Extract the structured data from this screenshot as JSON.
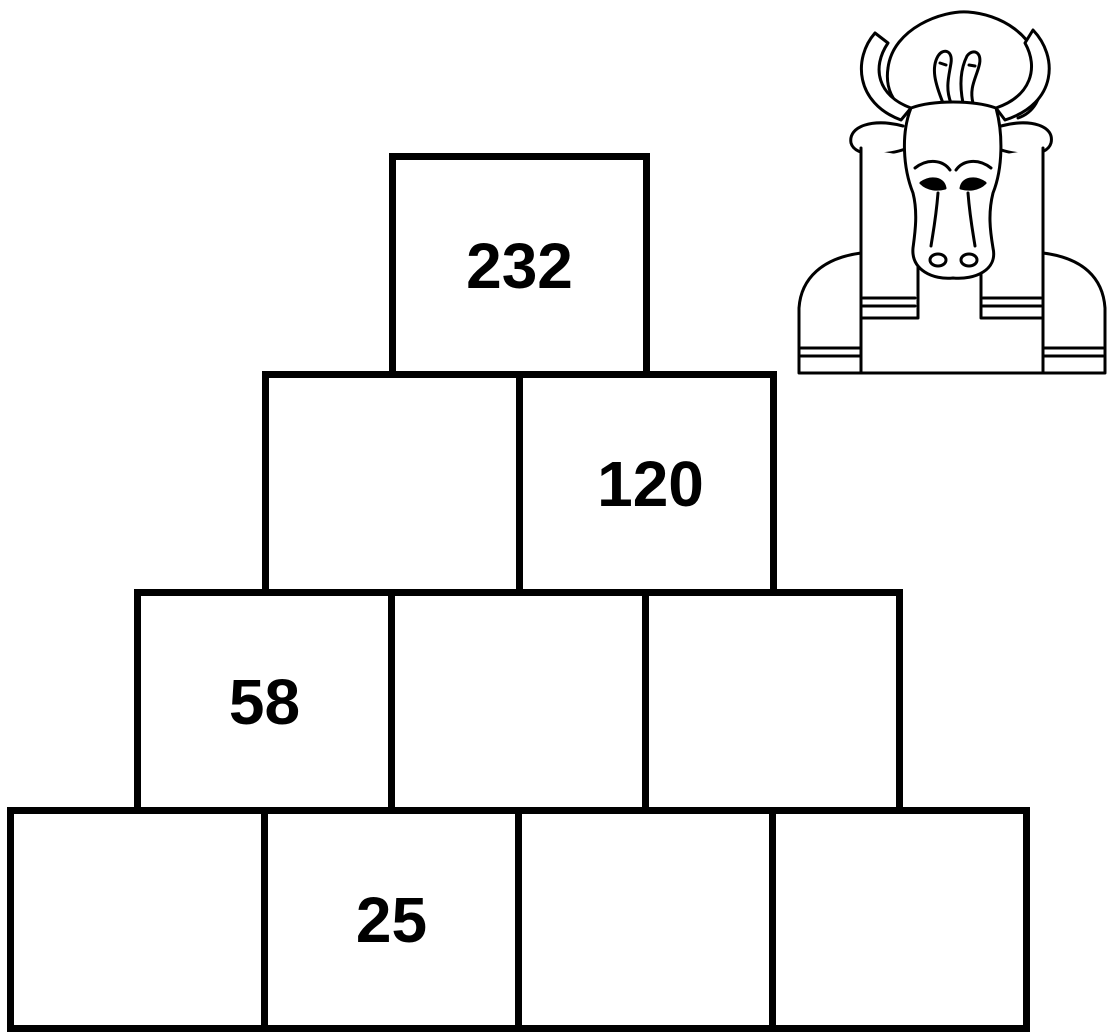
{
  "puzzle": {
    "rows": [
      [
        {
          "value": "232"
        }
      ],
      [
        {
          "value": ""
        },
        {
          "value": "120"
        }
      ],
      [
        {
          "value": "58"
        },
        {
          "value": ""
        },
        {
          "value": ""
        }
      ],
      [
        {
          "value": ""
        },
        {
          "value": "25"
        },
        {
          "value": ""
        },
        {
          "value": ""
        }
      ]
    ]
  },
  "illustration": {
    "icon": "bull-head-icon"
  }
}
